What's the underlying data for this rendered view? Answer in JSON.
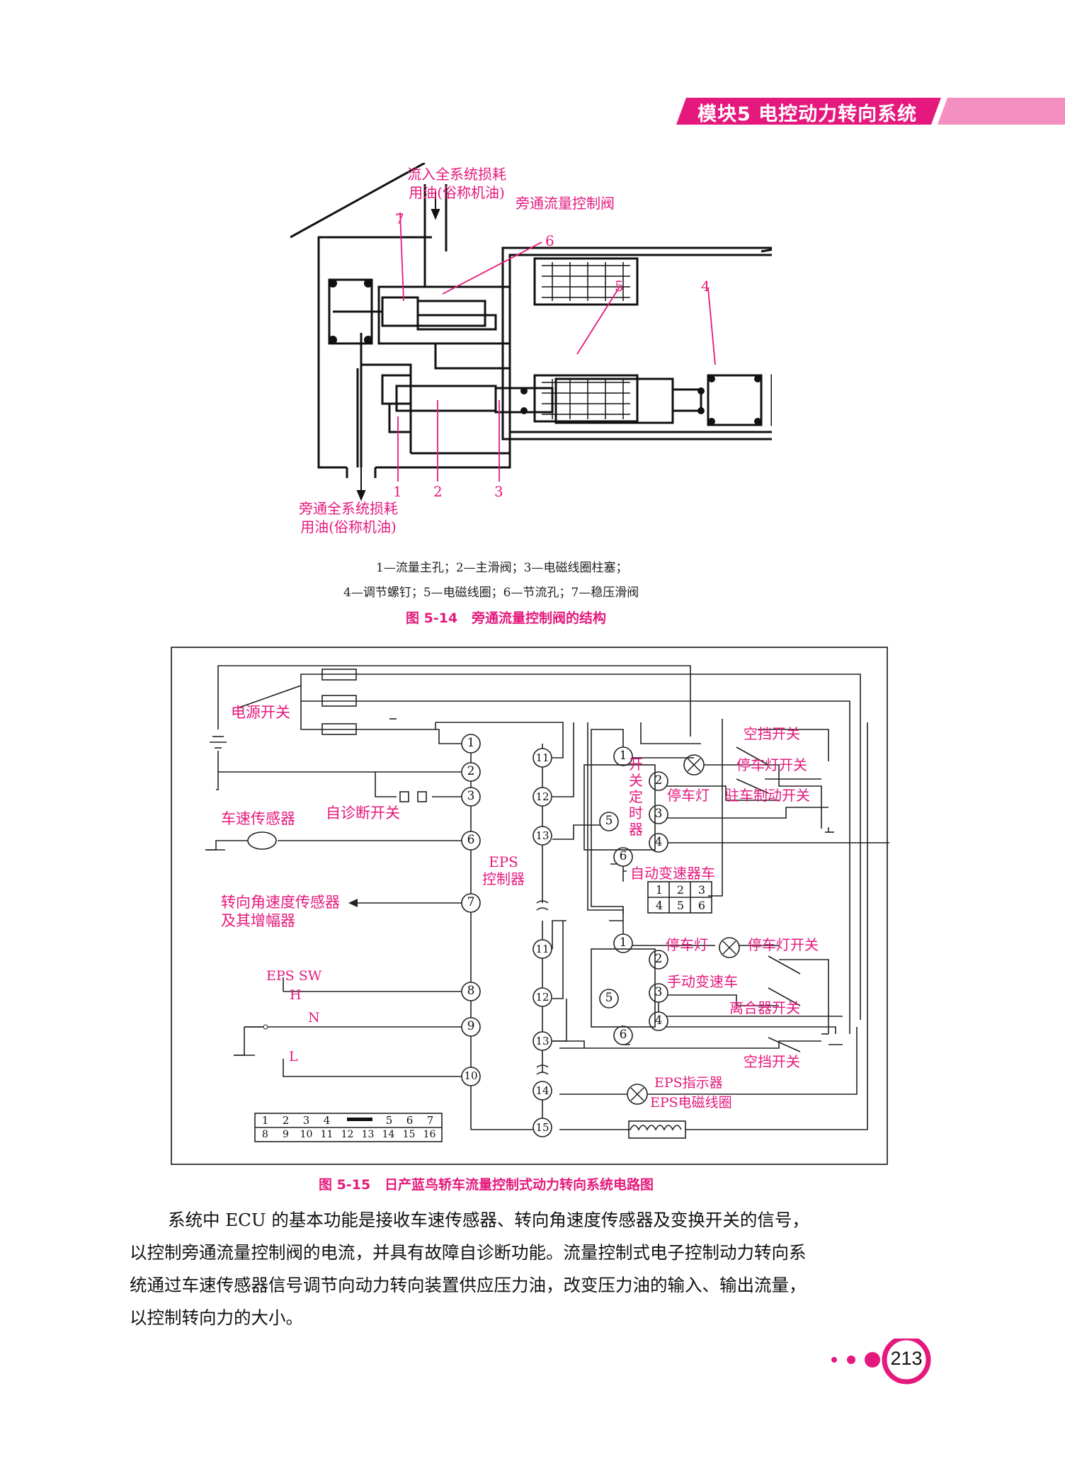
{
  "header": {
    "module_title": "模块5   电控动力转向系统"
  },
  "figure1": {
    "labels": {
      "inflow_line1": "流入全系统损耗",
      "inflow_line2": "用油(俗称机油)",
      "outflow_line1": "旁通全系统损耗",
      "outflow_line2": "用油(俗称机油)",
      "valve_name": "旁通流量控制阀",
      "n1": "1",
      "n2": "2",
      "n3": "3",
      "n4": "4",
      "n5": "5",
      "n6": "6",
      "n7": "7"
    },
    "legend_line1": "1—流量主孔；2—主滑阀；3—电磁线圈柱塞；",
    "legend_line2": "4—调节螺钉；5—电磁线圈；6—节流孔；7—稳压滑阀",
    "caption_no": "图 5-14",
    "caption_text": "旁通流量控制阀的结构"
  },
  "figure2": {
    "labels": {
      "power_switch": "电源开关",
      "self_diag_switch": "自诊断开关",
      "speed_sensor": "车速传感器",
      "steer_sensor_line1": "转向角速度传感器",
      "steer_sensor_line2": "及其增幅器",
      "eps_sw": "EPS SW",
      "h": "H",
      "n": "N",
      "l": "L",
      "eps_ctrl_line1": "EPS",
      "eps_ctrl_line2": "控制器",
      "timer_switch": [
        "开",
        "关",
        "定",
        "时",
        "器"
      ],
      "stop_lamp_a": "停车灯",
      "stop_lamp_b": "停车灯",
      "neutral_switch_a": "空挡开关",
      "neutral_switch_b": "空挡开关",
      "stop_lamp_switch_a": "停车灯开关",
      "stop_lamp_switch_b": "停车灯开关",
      "parking_brake_switch": "驻车制动开关",
      "auto_trans": "自动变速器车",
      "manual_trans": "手动变速车",
      "clutch_switch": "离合器开关",
      "eps_indicator": "EPS指示器",
      "eps_coil": "EPS电磁线圈"
    },
    "left_pins": [
      "1",
      "2",
      "3",
      "6",
      "7",
      "8",
      "9",
      "10"
    ],
    "center_pins": [
      "11",
      "12",
      "13",
      "11",
      "12",
      "13",
      "14",
      "15"
    ],
    "timer_pins_a": [
      "1",
      "2",
      "3",
      "4",
      "5",
      "6"
    ],
    "timer_pins_b": [
      "1",
      "2",
      "3",
      "4",
      "5",
      "6"
    ],
    "small_grid": [
      [
        "1",
        "2",
        "3"
      ],
      [
        "4",
        "5",
        "6"
      ]
    ],
    "connector_top": [
      "1",
      "2",
      "3",
      "4",
      "",
      "5",
      "6",
      "7"
    ],
    "connector_bottom": [
      "8",
      "9",
      "10",
      "11",
      "12",
      "13",
      "14",
      "15",
      "16"
    ],
    "caption_no": "图 5-15",
    "caption_text": "日产蓝鸟轿车流量控制式动力转向系统电路图"
  },
  "body": {
    "lines": [
      "系统中 ECU 的基本功能是接收车速传感器、转向角速度传感器及变换开关的信号，",
      "以控制旁通流量控制阀的电流，并具有故障自诊断功能。流量控制式电子控制动力转向系",
      "统通过车速传感器信号调节向动力转向装置供应压力油，改变压力油的输入、输出流量，",
      "以控制转向力的大小。"
    ]
  },
  "footer": {
    "page_number": "213"
  },
  "colors": {
    "accent": "#e5197d",
    "banner_light": "#f48fc1"
  }
}
